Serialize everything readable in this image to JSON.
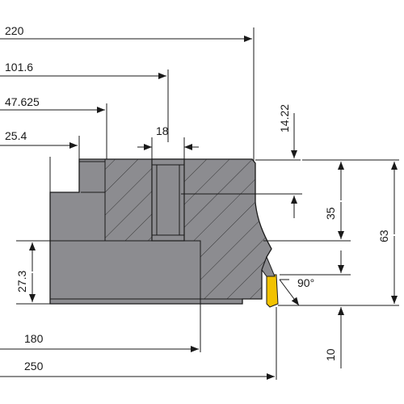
{
  "drawing": {
    "dims": {
      "d220": "220",
      "d101_6": "101.6",
      "d47_625": "47.625",
      "d25_4": "25.4",
      "d18": "18",
      "d14_22": "14.22",
      "d35": "35",
      "d63": "63",
      "d27_3": "27.3",
      "d90deg": "90°",
      "d180": "180",
      "d250": "250",
      "d10": "10"
    },
    "colors": {
      "body": "#8c8c90",
      "insert": "#f2c200",
      "line": "#1a1a1a"
    }
  }
}
